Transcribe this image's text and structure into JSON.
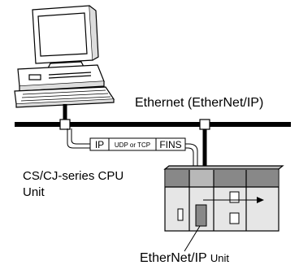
{
  "labels": {
    "network": "Ethernet (EtherNet/IP)",
    "cpu_line1": "CS/CJ-series CPU",
    "cpu_line2": "Unit",
    "unit_main": "EtherNet/IP",
    "unit_suffix": "Unit"
  },
  "frame_fields": [
    "IP",
    "UDP or TCP",
    "FINS"
  ],
  "icons": [
    "computer-icon",
    "keyboard-icon",
    "plc-rack-icon"
  ]
}
